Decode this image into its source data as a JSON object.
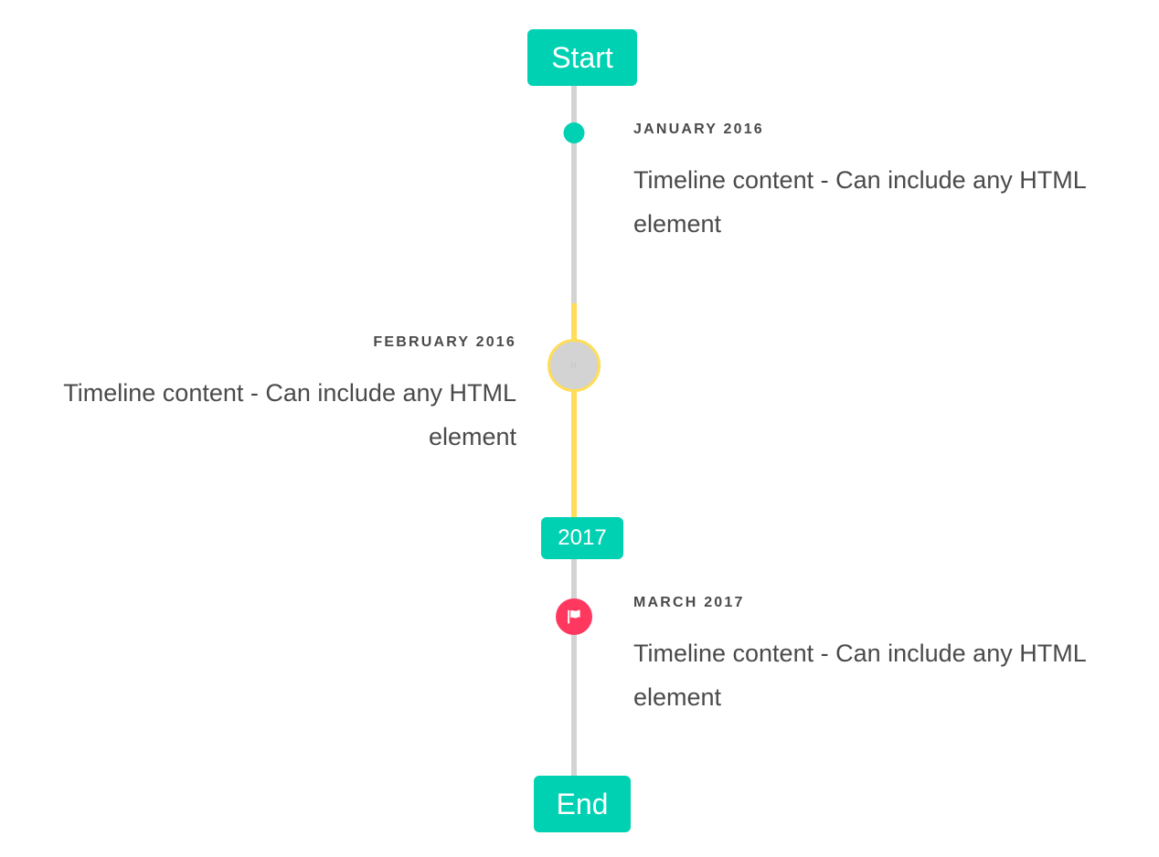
{
  "colors": {
    "primary": "#00d1b2",
    "warning": "#ffdd57",
    "danger": "#ff3860",
    "line": "#d3d3d3",
    "text": "#4a4a4a",
    "marker_fill": "#d3d3d3"
  },
  "timeline": {
    "header_label": "Start",
    "mid_label": "2017",
    "footer_label": "End",
    "entries": [
      {
        "date": "JANUARY 2016",
        "body": "Timeline content - Can include any HTML element",
        "side": "right",
        "marker": "dot-marker",
        "marker_color": "#00d1b2"
      },
      {
        "date": "FEBRUARY 2016",
        "body": "Timeline content - Can include any HTML element",
        "side": "left",
        "marker": "image-placeholder-marker",
        "marker_color": "#ffdd57",
        "marker_glyph": "⌗"
      },
      {
        "date": "MARCH 2017",
        "body": "Timeline content - Can include any HTML element",
        "side": "right",
        "marker": "flag-icon",
        "marker_color": "#ff3860"
      }
    ]
  }
}
